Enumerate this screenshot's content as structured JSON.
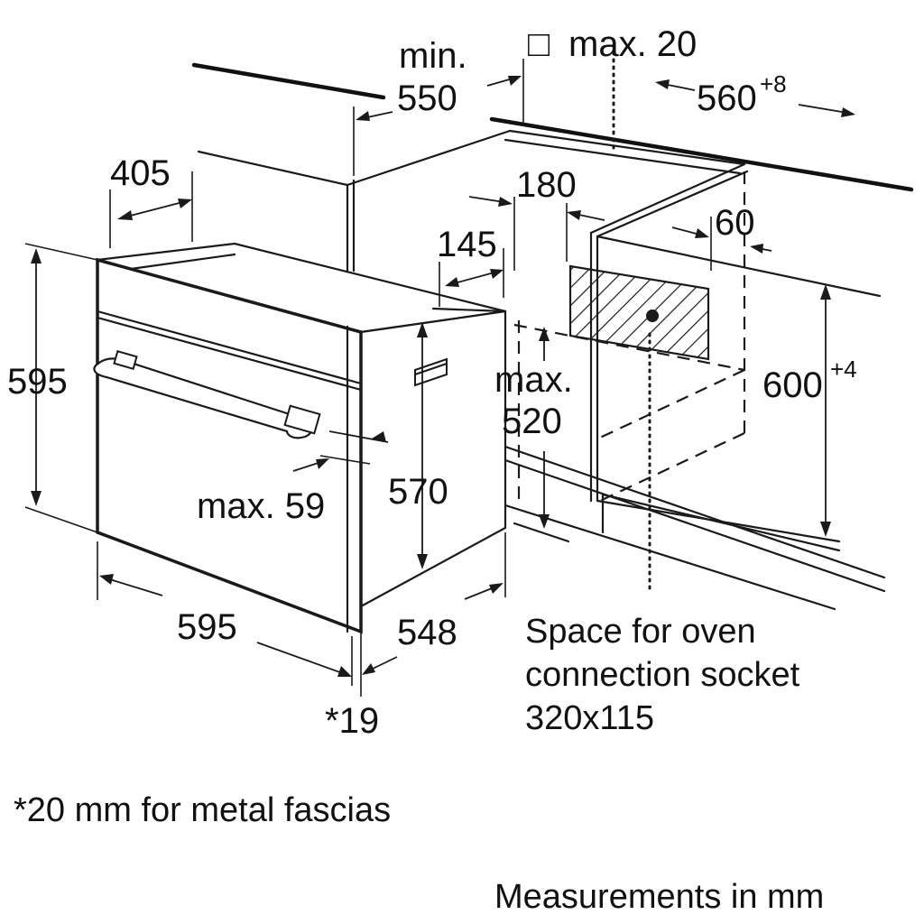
{
  "diagram": {
    "dims": {
      "min_550_a": "min.",
      "min_550_b": "550",
      "max_20_sym": "□",
      "max_20": "max. 20",
      "w560": "560",
      "w560_sup": "+8",
      "d405": "405",
      "d180": "180",
      "d145": "145",
      "d60": "60",
      "h595": "595",
      "h600": "600",
      "h600_sup": "+4",
      "max520_a": "max.",
      "max520_b": "520",
      "h570": "570",
      "max59": "max. 59",
      "w595": "595",
      "d548": "548",
      "d19": "*19"
    },
    "socket_note": [
      "Space for oven",
      "connection socket",
      "320x115"
    ],
    "footnote": "*20 mm for metal fascias",
    "units_note": "Measurements in mm",
    "colors": {
      "line": "#1a1a1a",
      "background": "#ffffff"
    }
  }
}
